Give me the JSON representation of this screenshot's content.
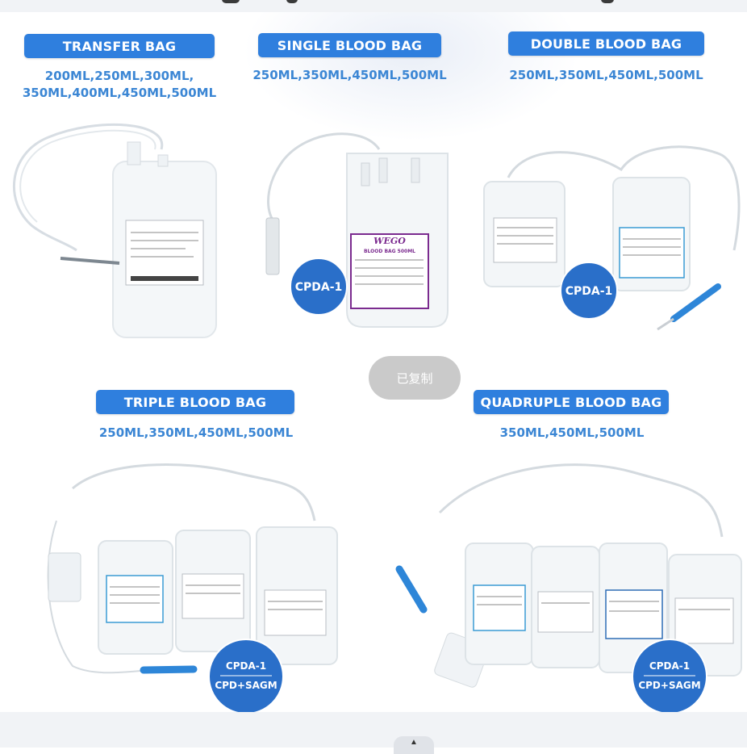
{
  "products": [
    {
      "title": "TRANSFER BAG",
      "volumes_line1": "200ML,250ML,300ML,",
      "volumes_line2": "350ML,400ML,450ML,500ML"
    },
    {
      "title": "SINGLE BLOOD BAG",
      "volumes": "250ML,350ML,450ML,500ML",
      "badge": "CPDA-1",
      "label_brand": "WEGO",
      "label_sub": "BLOOD BAG 500ML"
    },
    {
      "title": "DOUBLE BLOOD BAG",
      "volumes": "250ML,350ML,450ML,500ML",
      "badge": "CPDA-1"
    },
    {
      "title": "TRIPLE BLOOD BAG",
      "volumes": "250ML,350ML,450ML,500ML",
      "badge_top": "CPDA-1",
      "badge_bottom": "CPD+SAGM"
    },
    {
      "title": "QUADRUPLE BLOOD BAG",
      "volumes": "350ML,450ML,500ML",
      "badge_top": "CPDA-1",
      "badge_bottom": "CPD+SAGM"
    }
  ],
  "toast": "已复制",
  "icons": {
    "back_to_top": "chevron-up-icon"
  },
  "colors": {
    "accent": "#2f7fde",
    "volume_text": "#3b86d4",
    "badge": "#2a6fc9"
  }
}
